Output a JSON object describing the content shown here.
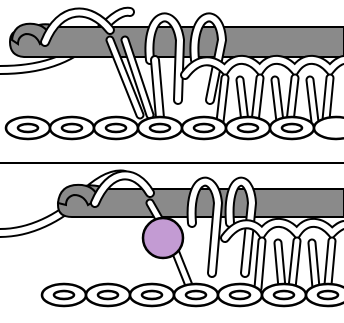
{
  "figure": {
    "panels": [
      {
        "id": "top",
        "step": "hook-through-loops"
      },
      {
        "id": "bottom",
        "step": "yarn-marker-on-hook"
      }
    ],
    "colors": {
      "hook": "#8a8a8a",
      "outline": "#000000",
      "yarn_fill": "#ffffff",
      "marker": "#c39bd3",
      "background": "#ffffff"
    },
    "icons": {
      "hook": "crochet-hook",
      "marker": "stitch-marker"
    }
  }
}
